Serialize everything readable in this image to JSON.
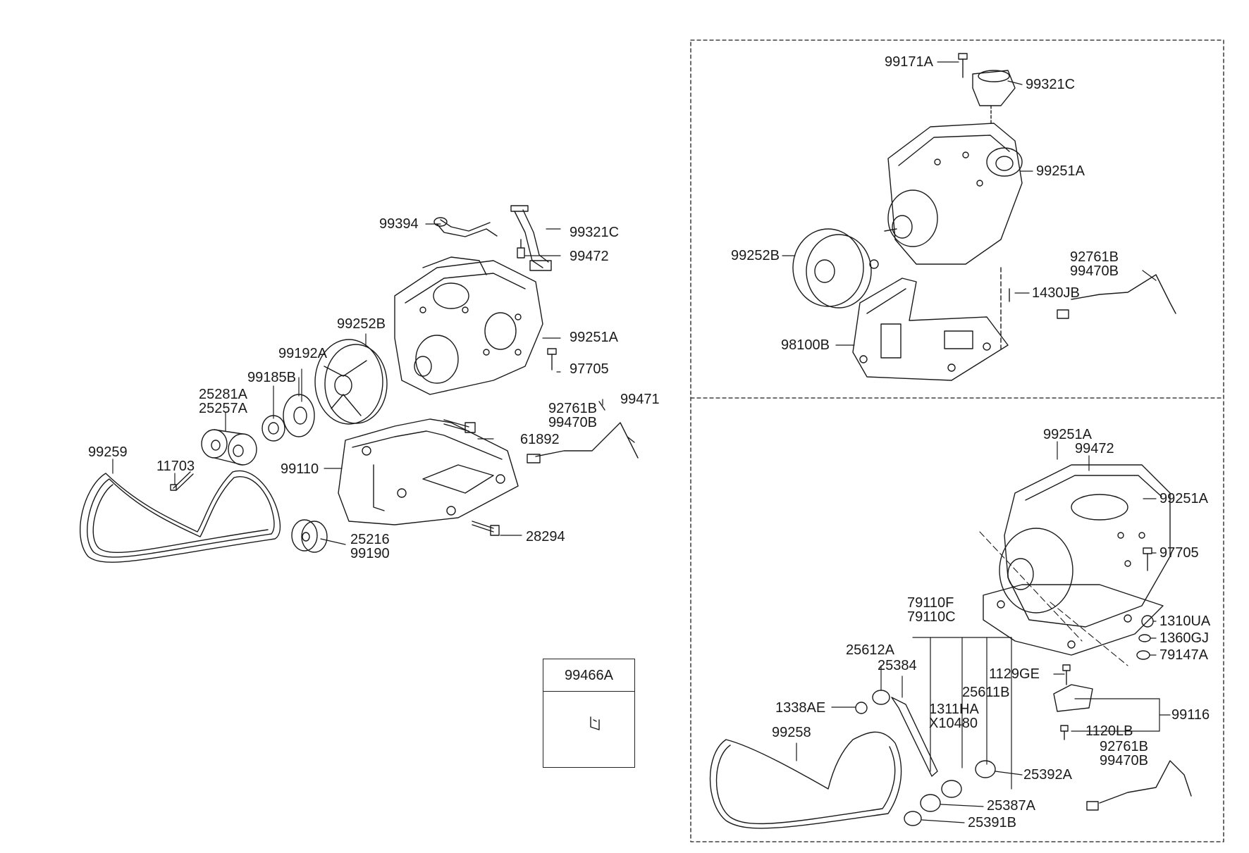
{
  "left_group": {
    "labels": {
      "l99394": "99394",
      "l99321c": "99321C",
      "l99472": "99472",
      "l99252b": "99252B",
      "l99251a": "99251A",
      "l99192a": "99192A",
      "l99185b": "99185B",
      "l97705": "97705",
      "l25281a": "25281A",
      "l25257a": "25257A",
      "l92761b": "92761B",
      "l99470b": "99470B",
      "l99471": "99471",
      "l61892": "61892",
      "l99259": "99259",
      "l11703": "11703",
      "l99110": "99110",
      "l25216": "25216",
      "l99190": "99190",
      "l28294": "28294"
    }
  },
  "top_right_group": {
    "labels": {
      "l99171a": "99171A",
      "l99321c": "99321C",
      "l99251a": "99251A",
      "l99252b": "99252B",
      "l92761b": "92761B",
      "l99470b": "99470B",
      "l1430jb": "1430JB",
      "l98100b": "98100B"
    }
  },
  "bottom_right_group": {
    "labels": {
      "l99251a_top": "99251A",
      "l99472": "99472",
      "l99251a_right": "99251A",
      "l97705": "97705",
      "l79110f": "79110F",
      "l79110c": "79110C",
      "l1310ua": "1310UA",
      "l1360gj": "1360GJ",
      "l79147a": "79147A",
      "l25612a": "25612A",
      "l25384": "25384",
      "l1129ge": "1129GE",
      "l25611b": "25611B",
      "l1338ae": "1338AE",
      "l1311ha": "1311HA",
      "lx10480": "X10480",
      "l99116": "99116",
      "l99258": "99258",
      "l1120lb": "1120LB",
      "l92761b": "92761B",
      "l99470b": "99470B",
      "l25392a": "25392A",
      "l25387a": "25387A",
      "l25391b": "25391B"
    }
  },
  "legend": {
    "title": "99466A"
  }
}
